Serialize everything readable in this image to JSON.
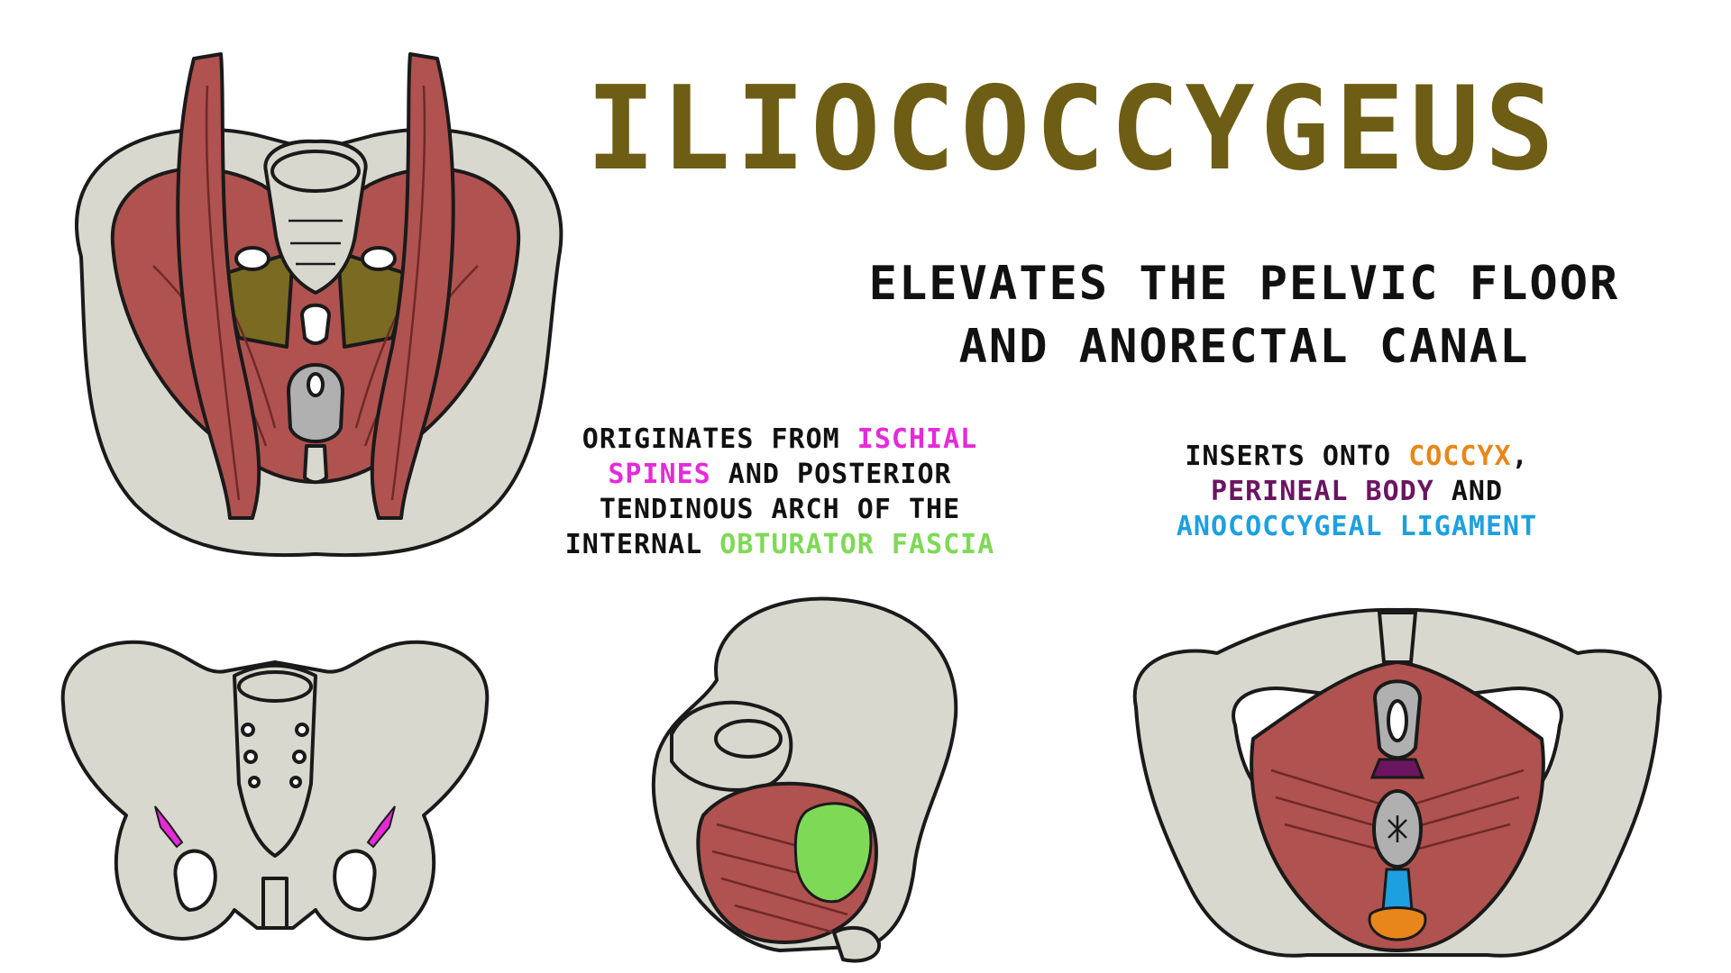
{
  "title": "ILIOCOCCYGEUS",
  "function": {
    "line1": "ELEVATES THE PELVIC FLOOR",
    "line2": "AND ANORECTAL CANAL"
  },
  "origin": {
    "l1_a": "ORIGINATES FROM ",
    "l1_b": "ISCHIAL",
    "l2_a": "SPINES",
    "l2_b": " AND POSTERIOR",
    "l3": "TENDINOUS ARCH OF THE",
    "l4_a": "INTERNAL ",
    "l4_b": "OBTURATOR FASCIA"
  },
  "insertion": {
    "l1_a": "INSERTS ONTO ",
    "l1_b": "COCCYX",
    "l1_c": ",",
    "l2_a": "PERINEAL BODY",
    "l2_b": " AND",
    "l3": "ANOCOCCYGEAL LIGAMENT"
  },
  "colors": {
    "title": "#6e5d14",
    "text": "#111111",
    "ischial_spines": "#e62ad8",
    "obturator_fascia": "#7ed957",
    "coccyx": "#e8861c",
    "perineal_body": "#6b1560",
    "anococcygeal_ligament": "#1ea0e0",
    "bone": "#d9d8cf",
    "muscle": "#b0524f",
    "iliococcygeus_highlight": "#7a6a22"
  },
  "figures": [
    "superior-view-pelvic-floor",
    "anterior-view-bony-pelvis",
    "lateral-view-pelvic-floor",
    "inferior-view-pelvic-floor"
  ]
}
